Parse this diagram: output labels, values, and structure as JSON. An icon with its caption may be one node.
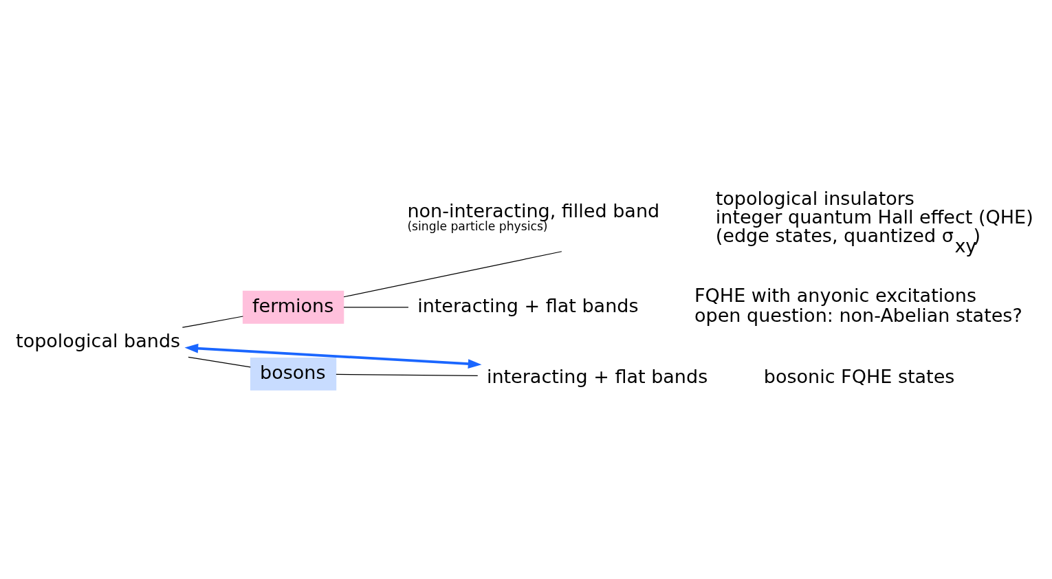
{
  "diagram": {
    "nodes": [
      {
        "text": [
          "topological bands"
        ]
      },
      {
        "text": [
          "fermions"
        ]
      },
      {
        "text": [
          "bosons"
        ]
      },
      {
        "text": [
          "non-interacting, filled band",
          "(single particle physics)"
        ],
        "beside": [
          "topological insulators",
          "integer quantum Hall effect (QHE)",
          "(edge states, quantized σ$_{xy}$)"
        ]
      },
      {
        "text": [
          "interacting + flat bands"
        ],
        "beside": [
          "FQHE with anyonic excitations",
          "open question: non-Abelian states?"
        ]
      },
      {
        "text": [
          "interacting + flat bands"
        ],
        "beside": [
          "bosonic FQHE states"
        ]
      }
    ],
    "edges": [
      {
        "from": 0,
        "to": 1,
        "arrow": "none"
      },
      {
        "from": 0,
        "to": 2,
        "arrow": "none"
      },
      {
        "from": 1,
        "to": 3,
        "arrow": "none"
      },
      {
        "from": 1,
        "to": 4,
        "arrow": "none"
      },
      {
        "from": 2,
        "to": 5,
        "arrow": "none"
      },
      {
        "from": 0,
        "to": 5,
        "arrow": "both",
        "style": "thick",
        "color": "#1a66ff"
      }
    ]
  }
}
